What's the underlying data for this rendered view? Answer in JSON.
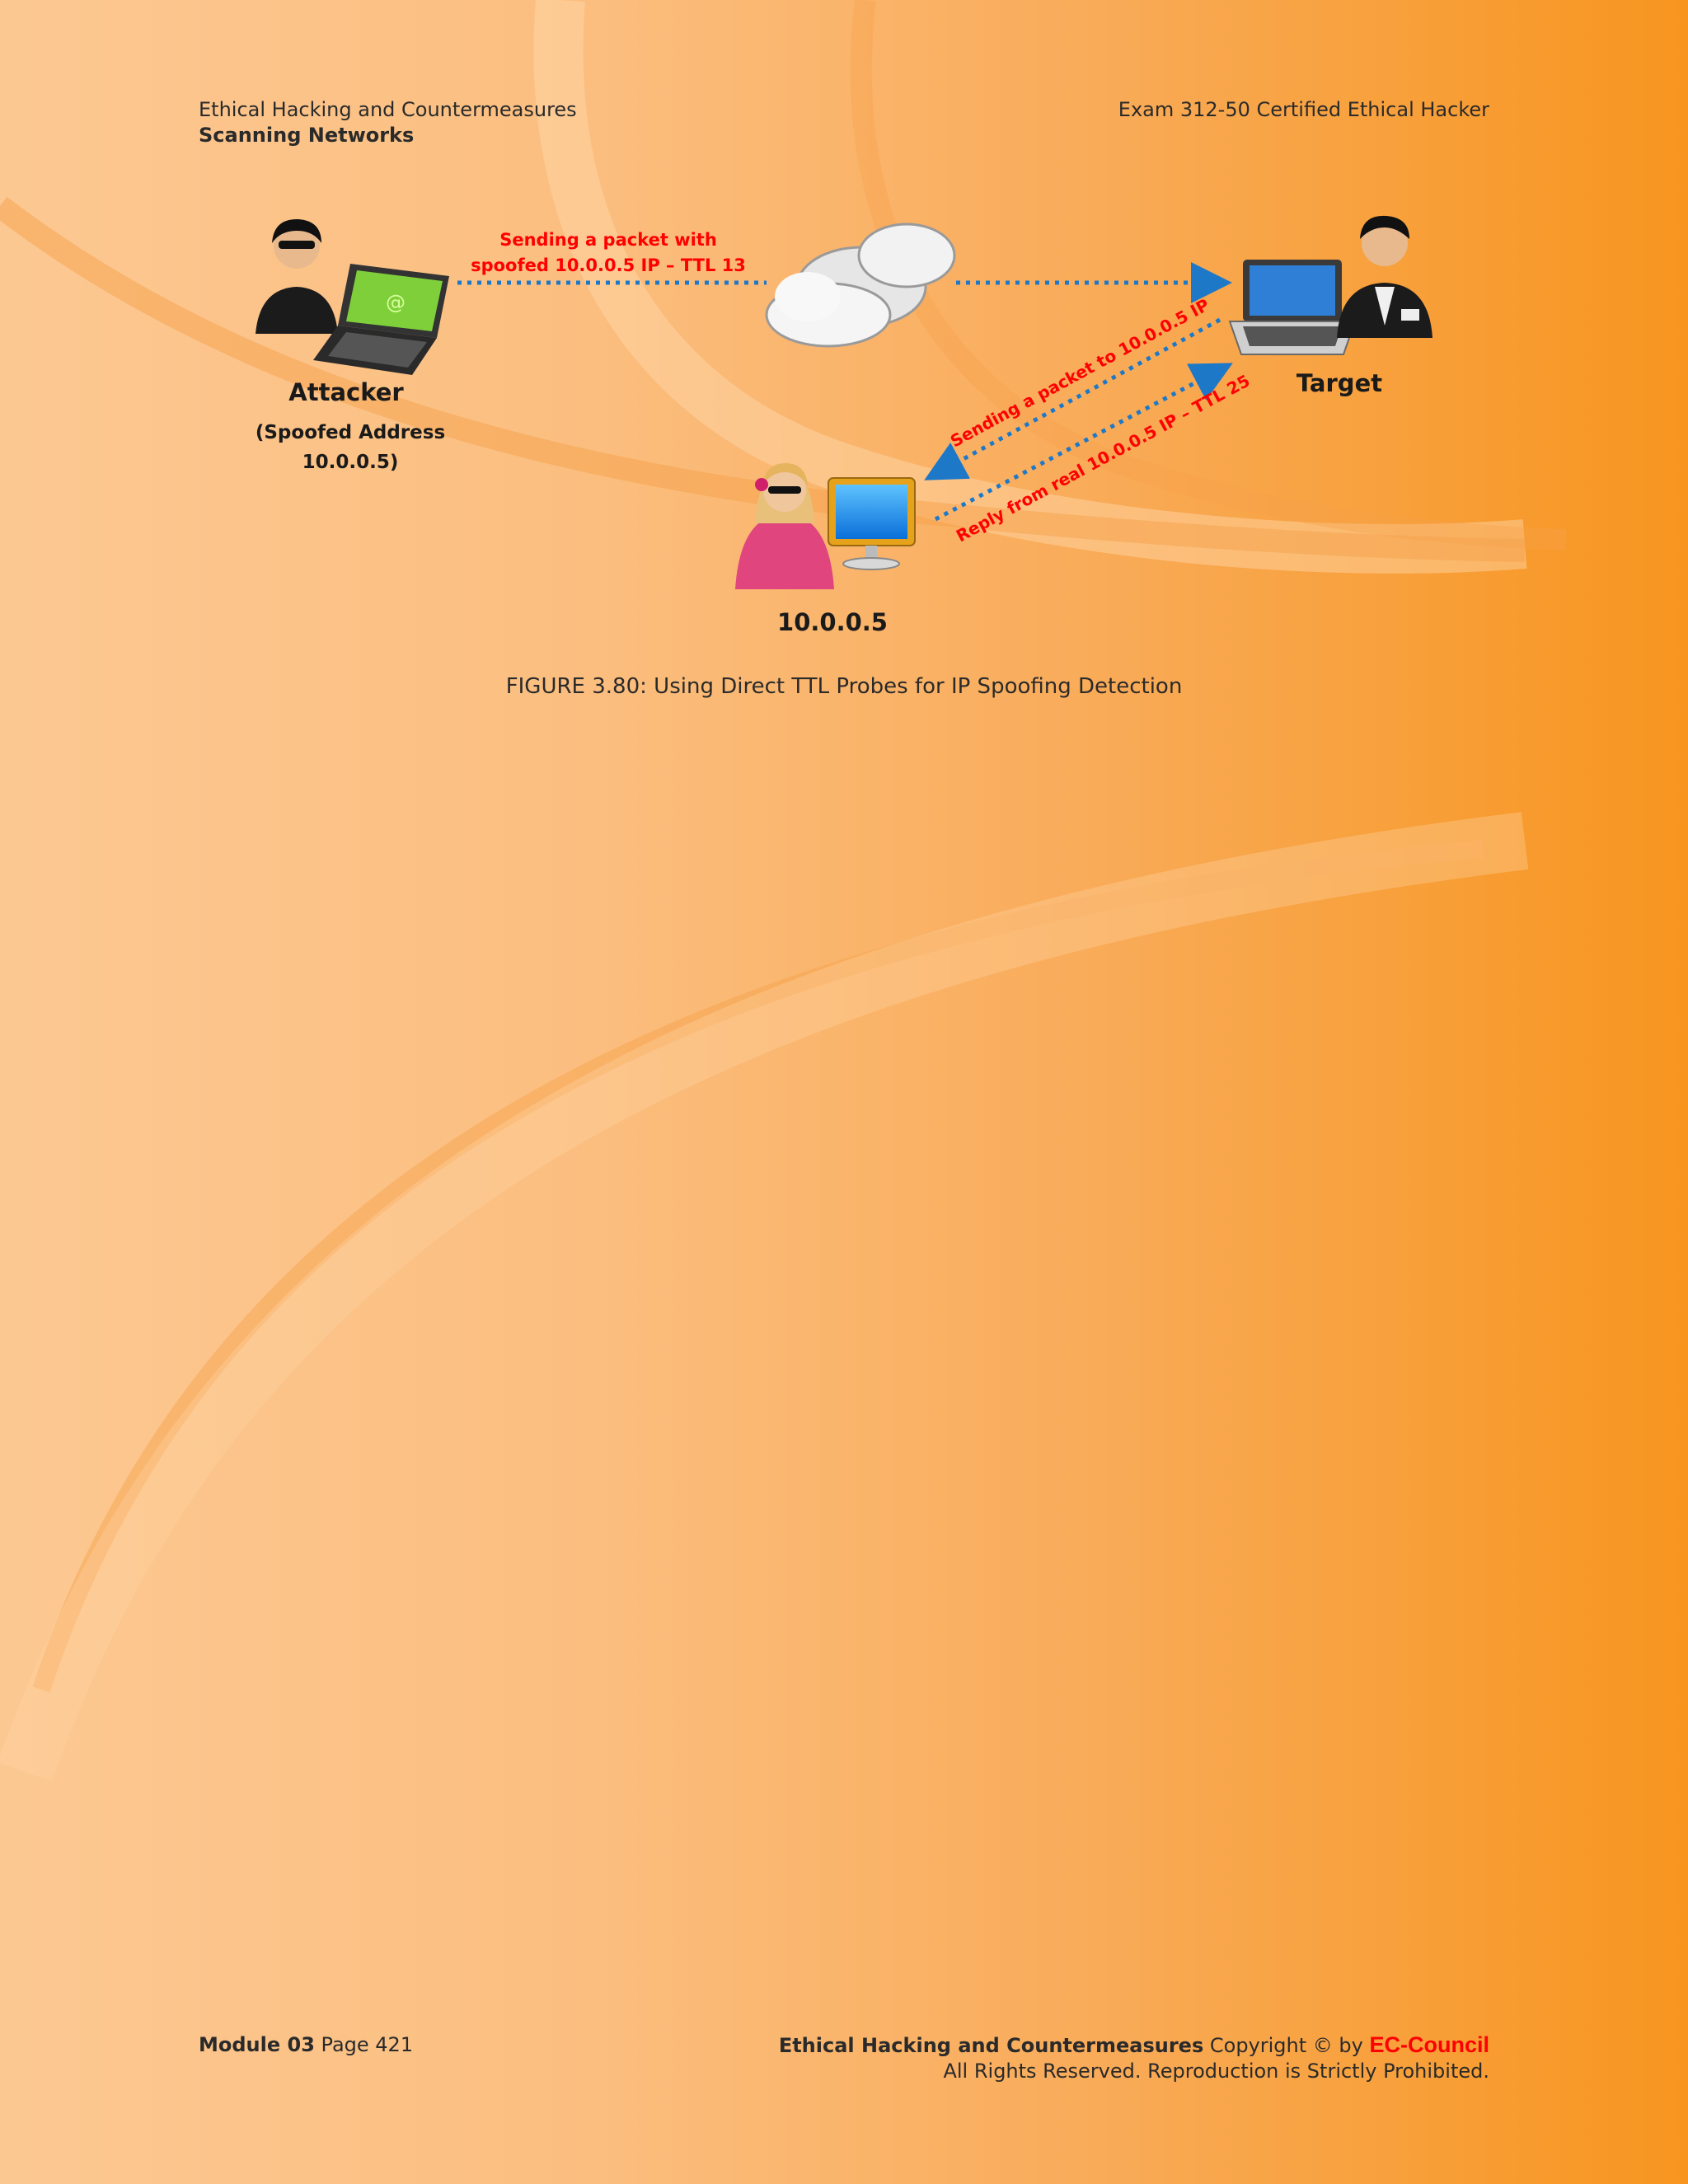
{
  "header": {
    "left_title": "Ethical Hacking and Countermeasures",
    "left_subtitle": "Scanning Networks",
    "right_title": "Exam 312-50 Certified Ethical Hacker"
  },
  "figure": {
    "attacker_label": "Attacker",
    "attacker_sub1": "(Spoofed Address",
    "attacker_sub2": "10.0.0.5)",
    "target_label": "Target",
    "victim_label": "10.0.0.5",
    "msg_spoof_1": "Sending a packet with",
    "msg_spoof_2": "spoofed 10.0.0.5 IP – TTL 13",
    "msg_probe": "Sending a packet to 10.0.0.5 IP",
    "msg_reply": "Reply from real 10.0.0.5 IP – TTL 25",
    "caption": "FIGURE 3.80: Using Direct TTL Probes for IP Spoofing Detection"
  },
  "footer": {
    "module_label": "Module 03",
    "page_label": "Page 421",
    "copyright_bold": "Ethical Hacking and Countermeasures",
    "copyright_text": "Copyright © by",
    "brand": "EC-Council",
    "rights": "All Rights Reserved. Reproduction is Strictly Prohibited."
  },
  "colors": {
    "accent_red": "#ff0000",
    "arrow_blue": "#1e78c8"
  },
  "icons": [
    "attacker-person-icon",
    "laptop-icon",
    "cloud-icon",
    "target-person-icon",
    "monitor-icon",
    "victim-person-icon"
  ]
}
